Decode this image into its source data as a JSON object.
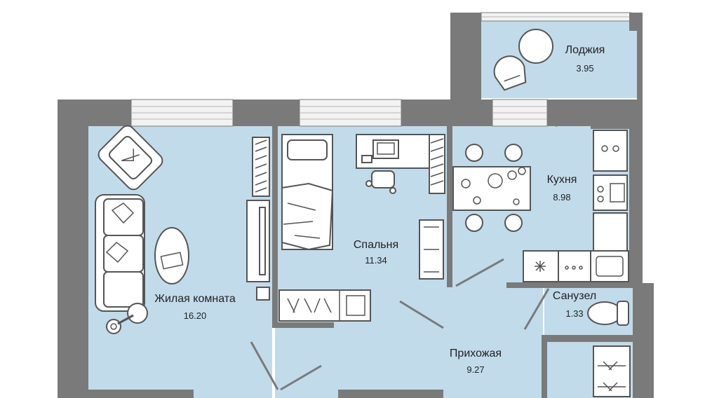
{
  "colors": {
    "wall": "#7a7a7a",
    "floor": "#c2dbeb",
    "furniture_line": "#555555",
    "furniture_fill": "#ffffff",
    "window": "#f2f2f2"
  },
  "rooms": [
    {
      "id": "loggia",
      "name": "Лоджия",
      "area": "3.95"
    },
    {
      "id": "kitchen",
      "name": "Кухня",
      "area": "8.98"
    },
    {
      "id": "bedroom",
      "name": "Спальня",
      "area": "11.34"
    },
    {
      "id": "living",
      "name": "Жилая комната",
      "area": "16.20"
    },
    {
      "id": "bathroom",
      "name": "Санузел",
      "area": "1.33"
    },
    {
      "id": "hallway",
      "name": "Прихожая",
      "area": "9.27"
    }
  ],
  "icons": [
    "armchair-icon",
    "sofa-icon",
    "ottoman-icon",
    "floor-lamp-icon",
    "bookshelf-icon",
    "tv-stand-icon",
    "bed-icon",
    "desk-icon",
    "laptop-icon",
    "office-chair-icon",
    "wardrobe-icon",
    "dining-table-icon",
    "chair-icon",
    "stove-icon",
    "sink-icon",
    "fridge-icon",
    "toilet-icon",
    "washing-machine-icon",
    "round-table-icon",
    "lounge-chair-icon",
    "drying-rack-icon",
    "door-icon",
    "window-icon"
  ]
}
